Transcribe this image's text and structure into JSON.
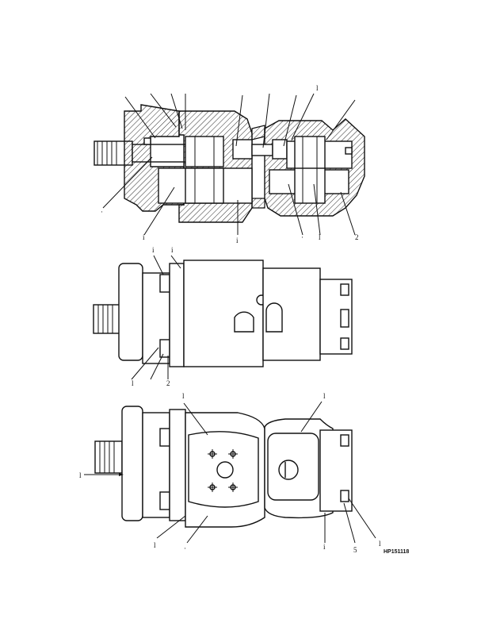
{
  "figure_id": "HP151118",
  "callouts": {
    "top_bottom_left": "i",
    "top_bottom_mid": "i",
    "top_bottom_r1": "·",
    "top_bottom_r2": "l",
    "top_bottom_r3": "2",
    "top_top_right": "l",
    "top_left": "·",
    "mid_top_1": "i",
    "mid_top_2": "i",
    "mid_bottom_1": "l",
    "mid_bottom_2": "2",
    "bot_top_1": "l",
    "bot_top_2": "l",
    "bot_left": "l",
    "bot_bottom_1": "l",
    "bot_bottom_2": "·",
    "bot_bottom_3": "i",
    "bot_bottom_4": "5",
    "bot_right_top": "l"
  }
}
